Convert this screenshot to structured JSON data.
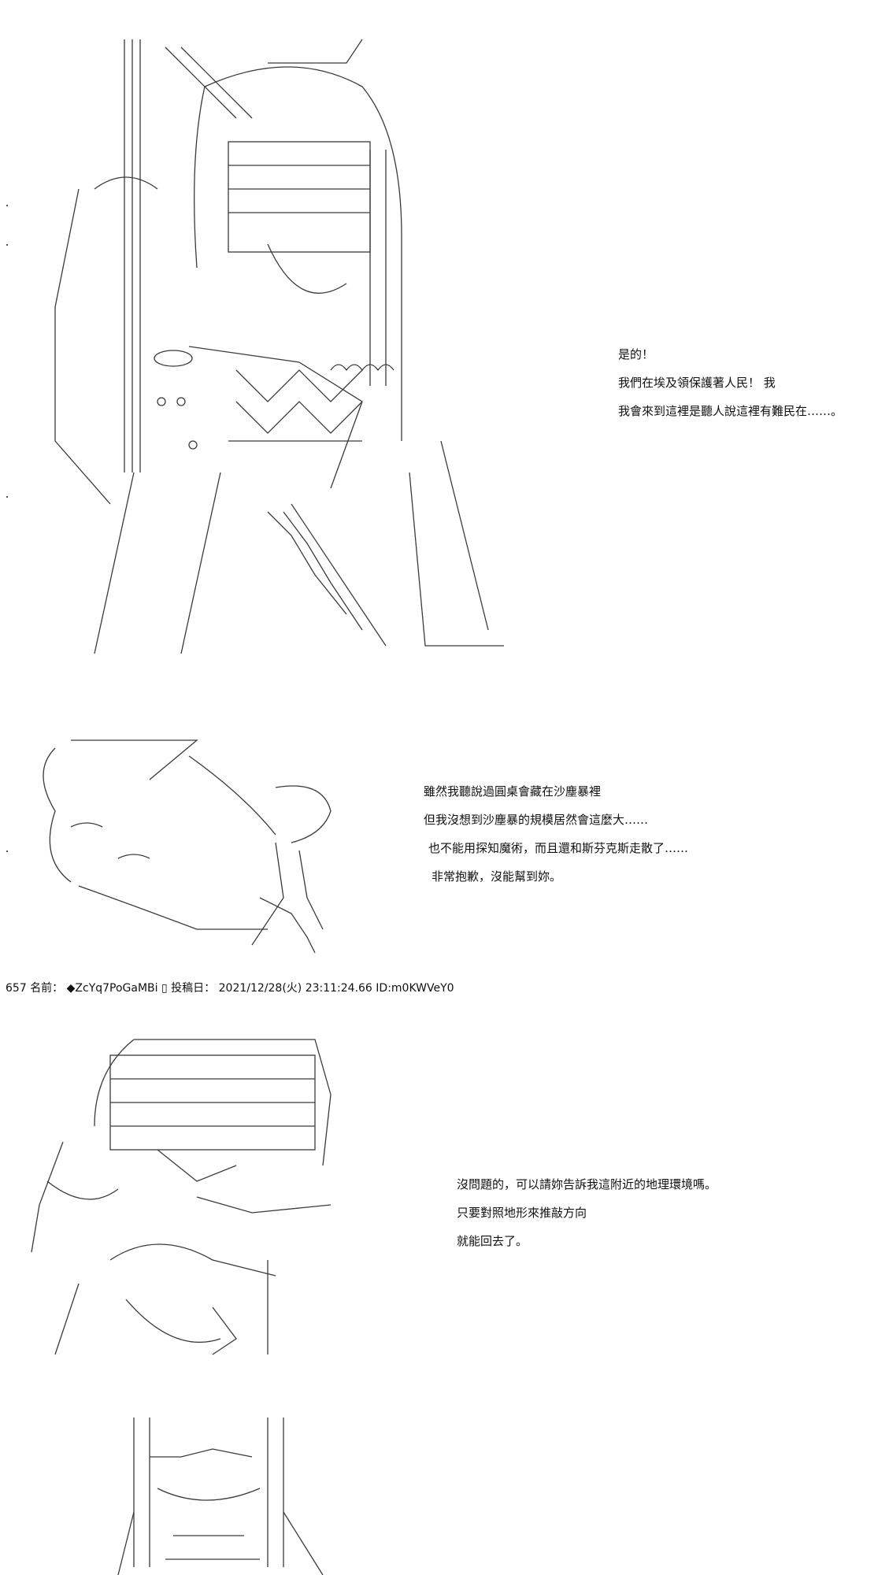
{
  "scene1": {
    "lines": [
      "是的！",
      "我們在埃及領保護著人民！ 我",
      "我會來到這裡是聽人說這裡有難民在……。"
    ]
  },
  "scene2": {
    "lines": [
      "雖然我聽說過圓桌會藏在沙塵暴裡",
      "但我沒想到沙塵暴的規模居然會這麼大……",
      "也不能用探知魔術，而且還和斯芬克斯走散了……",
      "非常抱歉，沒能幫到妳。"
    ]
  },
  "post": {
    "number": "657",
    "name_label": "名前：",
    "name": "◆ZcYq7PoGaMBi",
    "post_date_label": "投稿日：",
    "post_date": "2021/12/28(火) 23:11:24.66",
    "id": "ID:m0KWVeY0"
  },
  "scene3": {
    "lines": [
      "沒問題的，可以請妳告訴我這附近的地理環境嗎。",
      "只要對照地形來推敲方向",
      "就能回去了。"
    ]
  }
}
